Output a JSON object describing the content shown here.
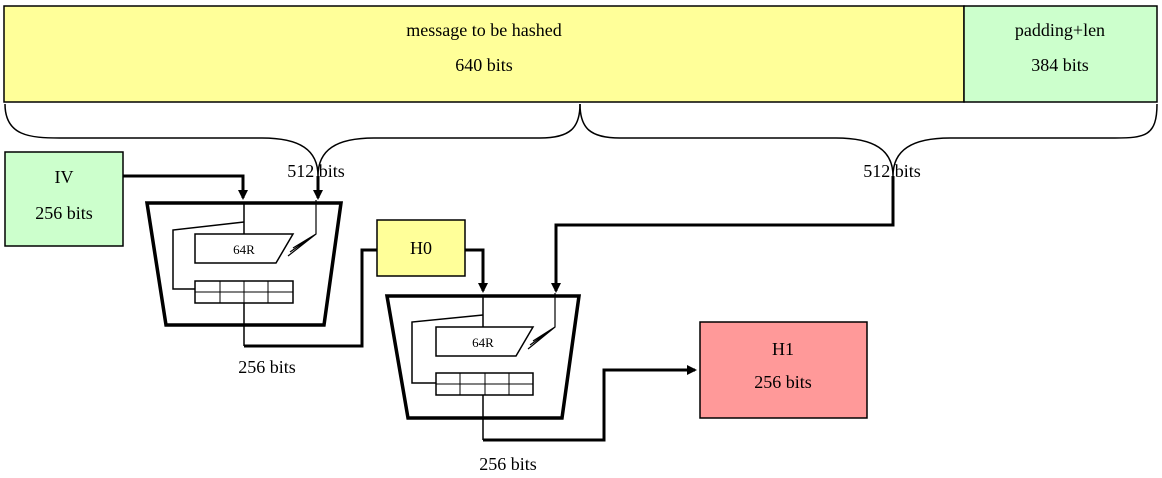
{
  "message_block": {
    "line1": "message  to  be hashed",
    "line2": "640 bits"
  },
  "padding_block": {
    "line1": "padding+len",
    "line2": "384 bits"
  },
  "iv_box": {
    "line1": "IV",
    "line2": "256 bits"
  },
  "brace_labels": {
    "first": "512 bits",
    "second": "512 bits"
  },
  "compressor1": {
    "rounds_label": "64R",
    "output_label": "256 bits"
  },
  "h0_box": {
    "label": "H0"
  },
  "compressor2": {
    "rounds_label": "64R",
    "output_label": "256 bits"
  },
  "h1_box": {
    "line1": "H1",
    "line2": "256 bits"
  },
  "colors": {
    "message_fill": "#ffff99",
    "padding_fill": "#ccffcc",
    "iv_fill": "#ccffcc",
    "h0_fill": "#ffff99",
    "h1_fill": "#ff9999"
  }
}
